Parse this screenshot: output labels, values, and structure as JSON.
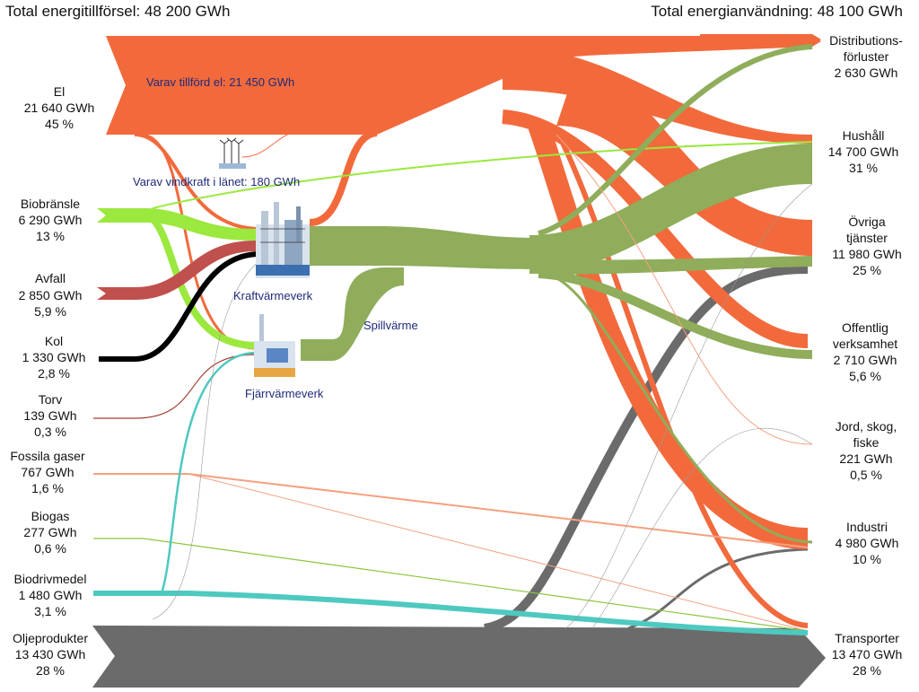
{
  "header": {
    "left": "Total energitillförsel: 48 200 GWh",
    "right": "Total energianvändning: 48 100 GWh"
  },
  "sources": [
    {
      "lines": [
        "El",
        "21 640 GWh",
        "45 %"
      ],
      "color": "#f26a3c"
    },
    {
      "lines": [
        "Biobränsle",
        "6 290 GWh",
        "13 %"
      ],
      "color": "#9be83e"
    },
    {
      "lines": [
        "Avfall",
        "2 850 GWh",
        "5,9 %"
      ],
      "color": "#c0504d"
    },
    {
      "lines": [
        "Kol",
        "1 330 GWh",
        "2,8 %"
      ],
      "color": "#000000"
    },
    {
      "lines": [
        "Torv",
        "139 GWh",
        "0,3 %"
      ],
      "color": "#a04030"
    },
    {
      "lines": [
        "Fossila gaser",
        "767 GWh",
        "1,6 %"
      ],
      "color": "#f4a080"
    },
    {
      "lines": [
        "Biogas",
        "277 GWh",
        "0,6 %"
      ],
      "color": "#8cc63f"
    },
    {
      "lines": [
        "Biodrivmedel",
        "1 480 GWh",
        "3,1 %"
      ],
      "color": "#4ec9c0"
    },
    {
      "lines": [
        "Oljeprodukter",
        "13 430 GWh",
        "28 %"
      ],
      "color": "#6b6b6b"
    }
  ],
  "sinks": [
    {
      "lines": [
        "Distributions-",
        "förluster",
        "2 630 GWh"
      ]
    },
    {
      "lines": [
        "Hushåll",
        "14 700 GWh",
        "31 %"
      ]
    },
    {
      "lines": [
        "Övriga",
        "tjänster",
        "11 980 GWh",
        "25 %"
      ]
    },
    {
      "lines": [
        "Offentlig",
        "verksamhet",
        "2 710 GWh",
        "5,6 %"
      ]
    },
    {
      "lines": [
        "Jord, skog,",
        "fiske",
        "221 GWh",
        "0,5 %"
      ]
    },
    {
      "lines": [
        "Industri",
        "4 980 GWh",
        "10 %"
      ]
    },
    {
      "lines": [
        "Transporter",
        "13 470 GWh",
        "28 %"
      ]
    }
  ],
  "annotations": {
    "el_supplied": "Varav tillförd el: 21 450 GWh",
    "wind": "Varav vindkraft i länet: 180 GWh",
    "chp": "Kraftvärmeverk",
    "district_heating": "Fjärrvärmeverk",
    "waste_heat": "Spillvärme"
  },
  "colors": {
    "el": "#f26a3c",
    "heat": "#8fad5a",
    "bio": "#9be83e",
    "waste": "#c0504d",
    "coal": "#000000",
    "oil": "#6b6b6b",
    "biofuel": "#4ec9c0",
    "text_blue": "#1f2a7a"
  },
  "icons": [
    "wind-turbine-icon",
    "power-plant-icon",
    "district-heating-plant-icon"
  ]
}
